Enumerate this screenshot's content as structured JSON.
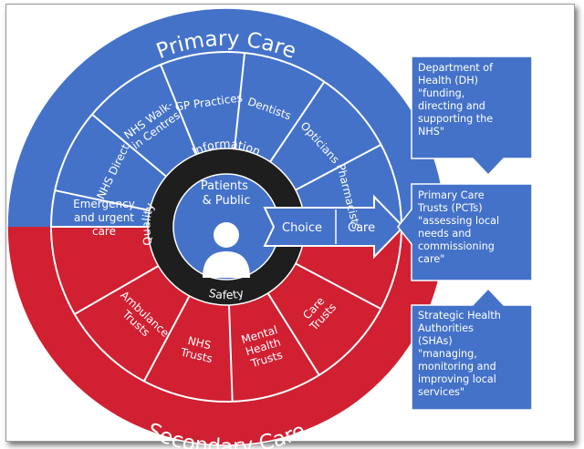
{
  "colors": {
    "primary_blue": "#4472c8",
    "secondary_red": "#d02032",
    "dark_ring": "#1e1e1e",
    "white": "#ffffff"
  },
  "diagram": {
    "top_title": "Primary Care",
    "bottom_title": "Secondary Care",
    "primary_segments": [
      [
        "NHS Direct"
      ],
      [
        "NHS Walk-",
        "in Centres"
      ],
      [
        "GP Practices"
      ],
      [
        "Dentists"
      ],
      [
        "Opticians"
      ],
      [
        "Pharmacists"
      ]
    ],
    "secondary_segments": [
      [
        "Emergency",
        "and urgent",
        "care"
      ],
      [
        "Ambulance",
        "Trusts"
      ],
      [
        "NHS",
        "Trusts"
      ],
      [
        "Mental",
        "Health",
        "Trusts"
      ],
      [
        "Care",
        "Trusts"
      ]
    ],
    "inner_ring": {
      "top": "Information",
      "left": "Quality",
      "bottom": "Safety"
    },
    "center": [
      "Patients",
      "& Public"
    ],
    "arrow": {
      "choice": "Choice",
      "care": "Care"
    }
  },
  "side_boxes": [
    {
      "lines": [
        "Department of",
        "Health (DH)",
        "\"funding,",
        "directing and",
        "supporting the",
        "NHS\""
      ]
    },
    {
      "lines": [
        "Primary Care",
        "Trusts (PCTs)",
        "\"assessing local",
        "needs and",
        "commissioning",
        "care\""
      ]
    },
    {
      "lines": [
        "Strategic Health",
        "Authorities",
        "(SHAs)",
        "\"managing,",
        "monitoring and",
        "improving local",
        "services\""
      ]
    }
  ]
}
